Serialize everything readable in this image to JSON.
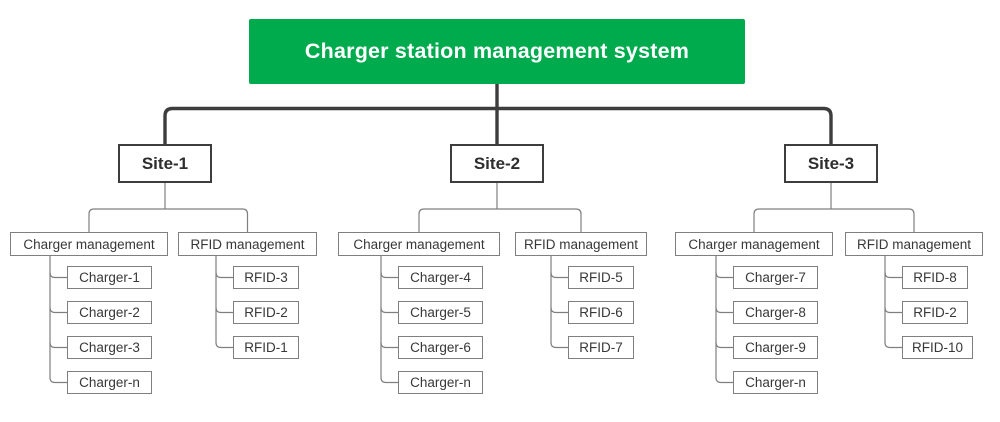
{
  "root": {
    "label": "Charger station management system"
  },
  "colors": {
    "root_fill": "#00AB4E",
    "root_text": "#FFFFFF",
    "connector_dark": "#3D3D3D",
    "connector_light": "#7F7F7F",
    "node_border": "#7F7F7F",
    "site_border": "#3D3D3D",
    "label_text": "#383838"
  },
  "sites": [
    {
      "label": "Site-1",
      "managements": [
        {
          "label": "Charger management",
          "children": [
            "Charger-1",
            "Charger-2",
            "Charger-3",
            "Charger-n"
          ]
        },
        {
          "label": "RFID management",
          "children": [
            "RFID-3",
            "RFID-2",
            "RFID-1"
          ]
        }
      ]
    },
    {
      "label": "Site-2",
      "managements": [
        {
          "label": "Charger management",
          "children": [
            "Charger-4",
            "Charger-5",
            "Charger-6",
            "Charger-n"
          ]
        },
        {
          "label": "RFID management",
          "children": [
            "RFID-5",
            "RFID-6",
            "RFID-7"
          ]
        }
      ]
    },
    {
      "label": "Site-3",
      "managements": [
        {
          "label": "Charger management",
          "children": [
            "Charger-7",
            "Charger-8",
            "Charger-9",
            "Charger-n"
          ]
        },
        {
          "label": "RFID management",
          "children": [
            "RFID-8",
            "RFID-2",
            "RFID-10"
          ]
        }
      ]
    }
  ]
}
